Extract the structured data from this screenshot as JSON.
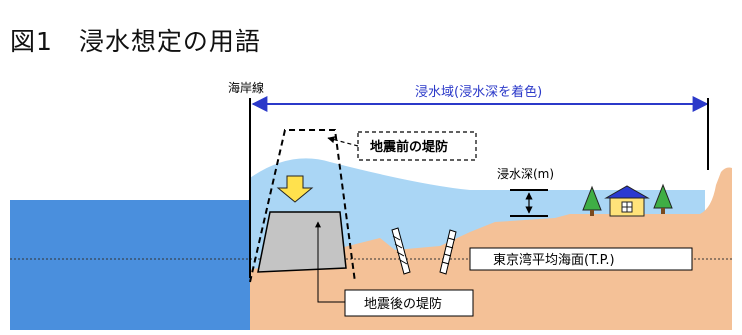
{
  "figure_title": "図1　浸水想定の用語",
  "labels": {
    "coastline": "海岸線",
    "inundation_area": "浸水域(浸水深を着色)",
    "pre_quake_levee": "地震前の堤防",
    "inundation_depth": "浸水深(m)",
    "tokyo_bay_mean_sea_level": "東京湾平均海面(T.P.)",
    "post_quake_levee": "地震後の堤防"
  },
  "colors": {
    "sea": "#4a8fdd",
    "flood": "#aad6f5",
    "ground": "#f4c197",
    "levee_after": "#c4c4c4",
    "arrow_blue": "#2b39c9",
    "down_arrow": "#ffe14d"
  }
}
